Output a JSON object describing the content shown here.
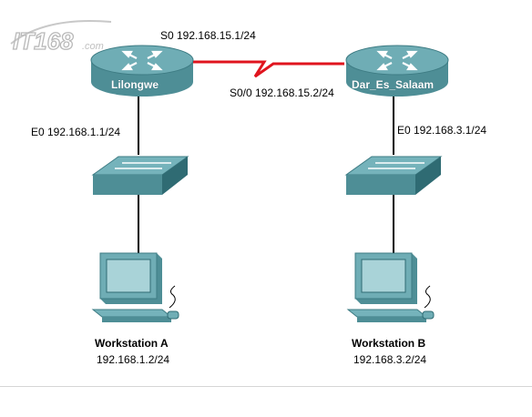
{
  "watermark": {
    "text": "IT168.com"
  },
  "routers": {
    "left": {
      "name": "Lilongwe",
      "serial_label": "S0 192.168.15.1/24",
      "eth_label": "E0 192.168.1.1/24"
    },
    "right": {
      "name": "Dar_Es_Salaam",
      "serial_label": "S0/0 192.168.15.2/24",
      "eth_label": "E0 192.168.3.1/24"
    }
  },
  "workstations": {
    "a": {
      "name": "Workstation A",
      "ip": "192.168.1.2/24"
    },
    "b": {
      "name": "Workstation B",
      "ip": "192.168.3.2/24"
    }
  },
  "colors": {
    "device_teal": "#4e8e96",
    "device_top": "#6fadb5",
    "device_dark": "#2f6b73",
    "serial_link": "#e0141e",
    "ethernet_link": "#000000"
  },
  "icons": [
    "router-icon",
    "switch-icon",
    "workstation-icon",
    "serial-link-zigzag"
  ]
}
